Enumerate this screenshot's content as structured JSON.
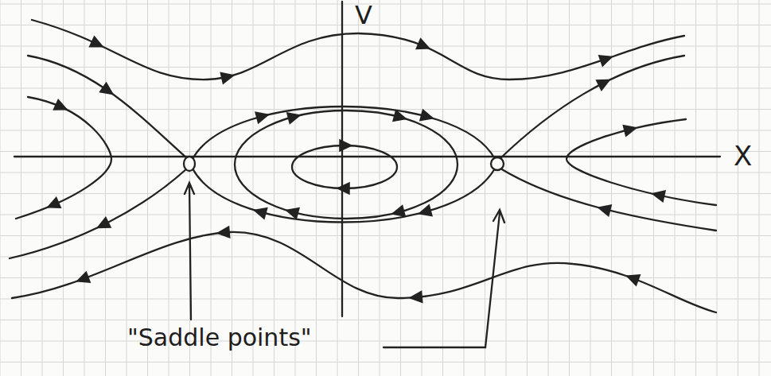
{
  "diagram": {
    "labels": [
      "V",
      "X",
      "\"Saddle points\""
    ]
  }
}
